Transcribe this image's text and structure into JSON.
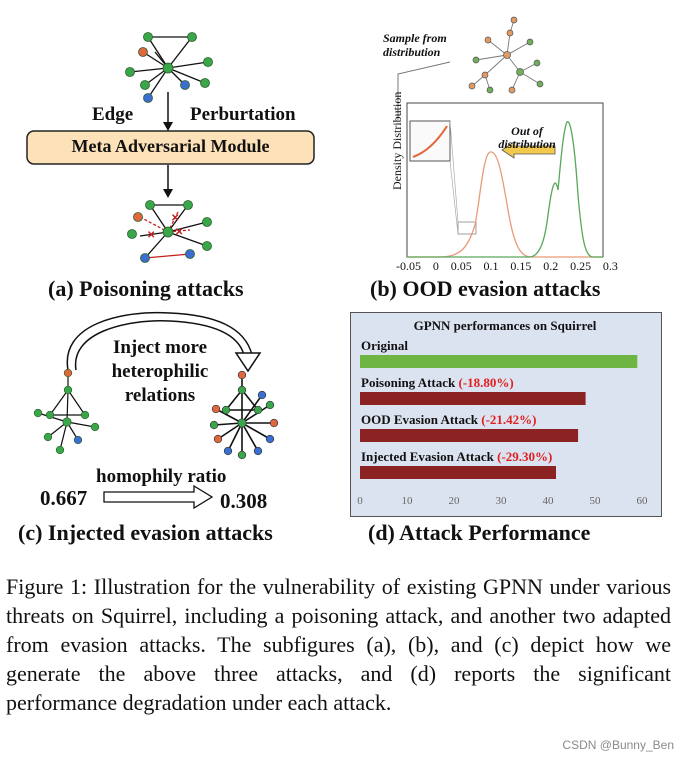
{
  "panel_a": {
    "edge_label": "Edge",
    "perturbation_label": "Perburtation",
    "module_label": "Meta Adversarial Module",
    "caption": "(a) Poisoning attacks"
  },
  "panel_b": {
    "sample_label_line1": "Sample  from",
    "sample_label_line2": "distribution",
    "ood_label_line1": "Out of",
    "ood_label_line2": "distribution",
    "ylabel": "Density Distribution",
    "xticks": [
      "-0.05",
      "0",
      "0.05",
      "0.1",
      "0.15",
      "0.2",
      "0.25",
      "0.3"
    ],
    "caption": "(b) OOD evasion attacks"
  },
  "panel_c": {
    "inject_line1": "Inject more",
    "inject_line2": "heterophilic",
    "inject_line3": "relations",
    "homophily_label": "homophily ratio",
    "ratio_before": "0.667",
    "ratio_after": "0.308",
    "caption": "(c) Injected evasion attacks"
  },
  "panel_d": {
    "caption": "(d) Attack Performance"
  },
  "chart_data": {
    "type": "bar",
    "title": "GPNN performances on Squirrel",
    "orientation": "horizontal",
    "xlim": [
      0,
      60
    ],
    "xticks": [
      "0",
      "10",
      "20",
      "30",
      "40",
      "50",
      "60"
    ],
    "grid": false,
    "series": [
      {
        "name": "Original",
        "value": 59,
        "delta": "",
        "color": "#6fb543"
      },
      {
        "name": "Poisoning Attack",
        "value": 48,
        "delta": "(-18.80%)",
        "color": "#8b2323"
      },
      {
        "name": "OOD Evasion Attack",
        "value": 46.4,
        "delta": "(-21.42%)",
        "color": "#8b2323"
      },
      {
        "name": "Injected Evasion Attack",
        "value": 41.7,
        "delta": "(-29.30%)",
        "color": "#8b2323"
      }
    ]
  },
  "figure_caption": "Figure 1: Illustration for the vulnerability of existing GPNN under various threats on Squirrel, including a poisoning attack, and another two adapted from evasion attacks. The subfigures (a), (b), and (c) depict how we generate the above three attacks, and (d) reports the significant performance degradation under each attack.",
  "watermark": "CSDN @Bunny_Ben"
}
